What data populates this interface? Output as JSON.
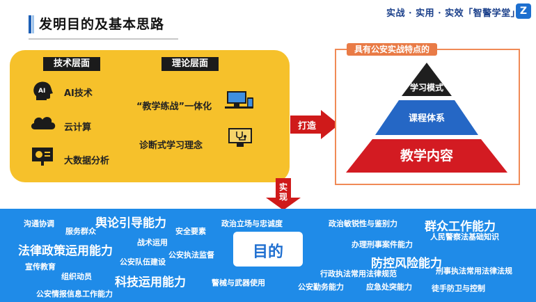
{
  "header": {
    "title": "发明目的及基本思路",
    "slogan": "实战 · 实用 · 实效「智警学堂」",
    "logo_text": "Z"
  },
  "left_panel": {
    "tech_header": "技术层面",
    "theory_header": "理论层面",
    "tech_items": [
      {
        "label": "AI技术",
        "icon": "ai-head-icon"
      },
      {
        "label": "云计算",
        "icon": "cloud-icon"
      },
      {
        "label": "大数据分析",
        "icon": "data-board-icon"
      }
    ],
    "theory_items": [
      {
        "label": "“教学练战”一体化",
        "icon": "devices-icon"
      },
      {
        "label": "诊断式学习理念",
        "icon": "diagnosis-screen-icon"
      }
    ]
  },
  "arrows": {
    "make_label": "打造",
    "realize_label": "实现"
  },
  "pyramid": {
    "header": "具有公安实战特点的",
    "levels": [
      "学习模式",
      "课程体系",
      "教学内容"
    ]
  },
  "bottom": {
    "center": "目的",
    "small_tags": [
      "沟通协调",
      "服务群众",
      "安全要素",
      "政治立场与忠诚度",
      "政治敏锐性与鉴别力",
      "人民警察法基础知识",
      "战术运用",
      "办理刑事案件能力",
      "宣传教育",
      "公安队伍建设",
      "公安执法监督",
      "组织动员",
      "行政执法常用法律规范",
      "刑事执法常用法律法规",
      "警械与武器使用",
      "公安情报信息工作能力",
      "公安勤务能力",
      "应急处突能力",
      "徒手防卫与控制"
    ],
    "large_tags": [
      "舆论引导能力",
      "群众工作能力",
      "法律政策运用能力",
      "防控风险能力",
      "科技运用能力"
    ]
  }
}
